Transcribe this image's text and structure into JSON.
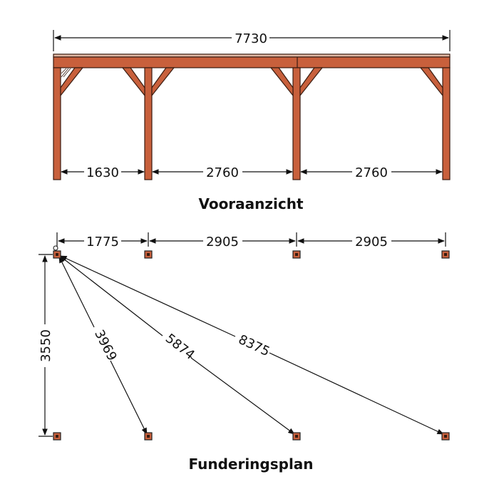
{
  "front_view": {
    "title": "Vooraanzicht",
    "overall_width": "7730",
    "spans": [
      "1630",
      "2760",
      "2760"
    ]
  },
  "foundation_plan": {
    "title": "Funderingsplan",
    "spacings": [
      "1775",
      "2905",
      "2905"
    ],
    "depth": "3550",
    "diagonals": [
      "3969",
      "5874",
      "8375"
    ]
  },
  "colors": {
    "wood": "#c8603c",
    "wood_outline": "#3a1c10",
    "line": "#111111"
  }
}
